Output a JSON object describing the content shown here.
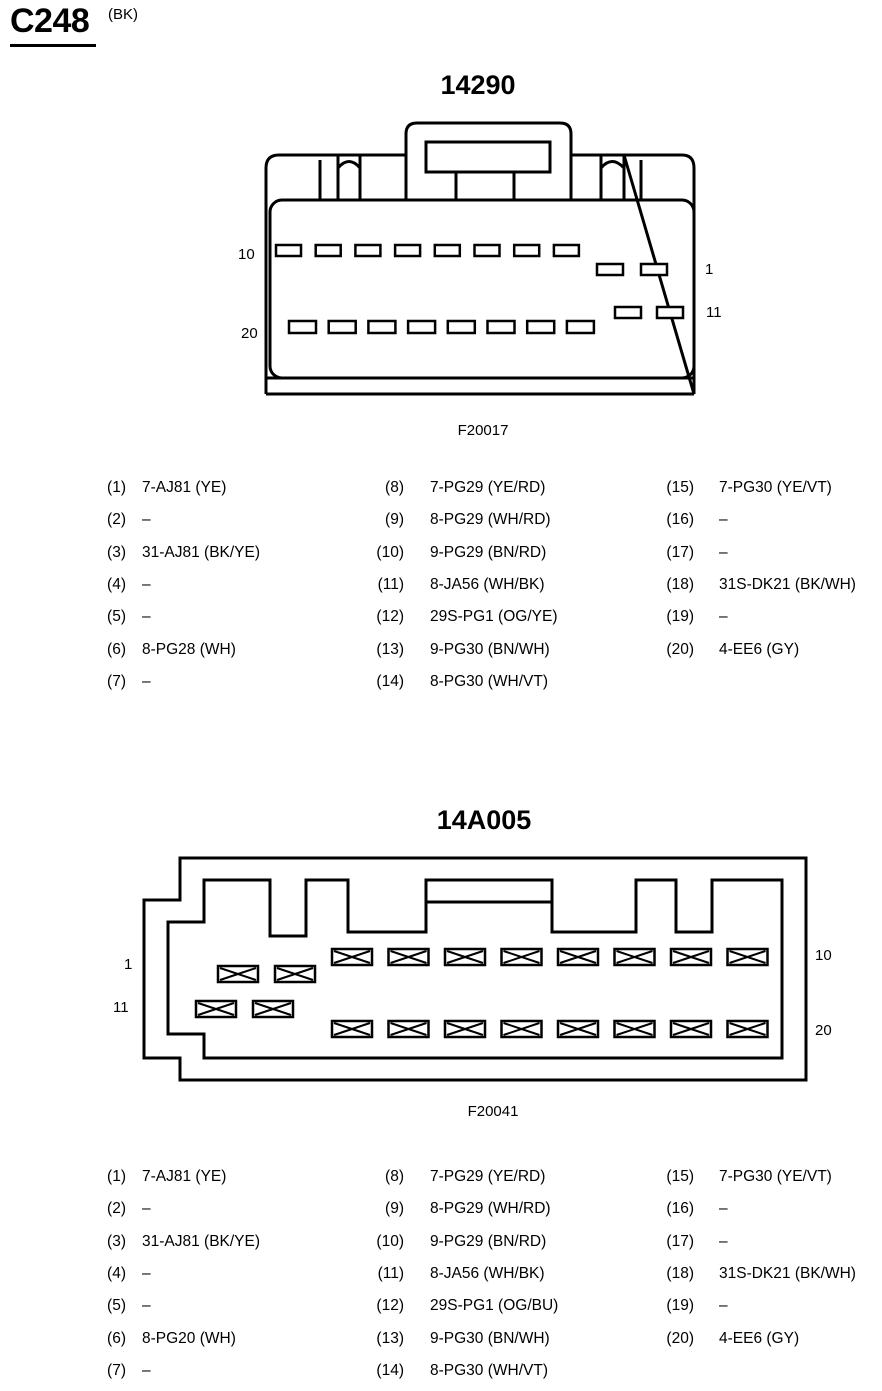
{
  "connector": {
    "id": "C248",
    "color": "(BK)"
  },
  "top_view": {
    "part_number": "14290",
    "figure_code": "F20017",
    "pin_labels": {
      "p10": "10",
      "p1": "1",
      "p20": "20",
      "p11": "11"
    },
    "pins": [
      {
        "num": "(1)",
        "circuit": "7-AJ81 (YE)"
      },
      {
        "num": "(2)",
        "circuit": "–"
      },
      {
        "num": "(3)",
        "circuit": "31-AJ81 (BK/YE)"
      },
      {
        "num": "(4)",
        "circuit": "–"
      },
      {
        "num": "(5)",
        "circuit": "–"
      },
      {
        "num": "(6)",
        "circuit": "8-PG28 (WH)"
      },
      {
        "num": "(7)",
        "circuit": "–"
      },
      {
        "num": "(8)",
        "circuit": "7-PG29 (YE/RD)"
      },
      {
        "num": "(9)",
        "circuit": "8-PG29 (WH/RD)"
      },
      {
        "num": "(10)",
        "circuit": "9-PG29 (BN/RD)"
      },
      {
        "num": "(11)",
        "circuit": "8-JA56 (WH/BK)"
      },
      {
        "num": "(12)",
        "circuit": "29S-PG1 (OG/YE)"
      },
      {
        "num": "(13)",
        "circuit": "9-PG30 (BN/WH)"
      },
      {
        "num": "(14)",
        "circuit": "8-PG30 (WH/VT)"
      },
      {
        "num": "(15)",
        "circuit": "7-PG30 (YE/VT)"
      },
      {
        "num": "(16)",
        "circuit": "–"
      },
      {
        "num": "(17)",
        "circuit": "–"
      },
      {
        "num": "(18)",
        "circuit": "31S-DK21 (BK/WH)"
      },
      {
        "num": "(19)",
        "circuit": "–"
      },
      {
        "num": "(20)",
        "circuit": "4-EE6 (GY)"
      }
    ]
  },
  "bottom_view": {
    "part_number": "14A005",
    "figure_code": "F20041",
    "pin_labels": {
      "p1": "1",
      "p11": "11",
      "p10": "10",
      "p20": "20"
    },
    "pins": [
      {
        "num": "(1)",
        "circuit": "7-AJ81 (YE)"
      },
      {
        "num": "(2)",
        "circuit": "–"
      },
      {
        "num": "(3)",
        "circuit": "31-AJ81 (BK/YE)"
      },
      {
        "num": "(4)",
        "circuit": "–"
      },
      {
        "num": "(5)",
        "circuit": "–"
      },
      {
        "num": "(6)",
        "circuit": "8-PG20 (WH)"
      },
      {
        "num": "(7)",
        "circuit": "–"
      },
      {
        "num": "(8)",
        "circuit": "7-PG29 (YE/RD)"
      },
      {
        "num": "(9)",
        "circuit": "8-PG29 (WH/RD)"
      },
      {
        "num": "(10)",
        "circuit": "9-PG29 (BN/RD)"
      },
      {
        "num": "(11)",
        "circuit": "8-JA56 (WH/BK)"
      },
      {
        "num": "(12)",
        "circuit": "29S-PG1 (OG/BU)"
      },
      {
        "num": "(13)",
        "circuit": "9-PG30 (BN/WH)"
      },
      {
        "num": "(14)",
        "circuit": "8-PG30 (WH/VT)"
      },
      {
        "num": "(15)",
        "circuit": "7-PG30 (YE/VT)"
      },
      {
        "num": "(16)",
        "circuit": "–"
      },
      {
        "num": "(17)",
        "circuit": "–"
      },
      {
        "num": "(18)",
        "circuit": "31S-DK21 (BK/WH)"
      },
      {
        "num": "(19)",
        "circuit": "–"
      },
      {
        "num": "(20)",
        "circuit": "4-EE6 (GY)"
      }
    ]
  }
}
